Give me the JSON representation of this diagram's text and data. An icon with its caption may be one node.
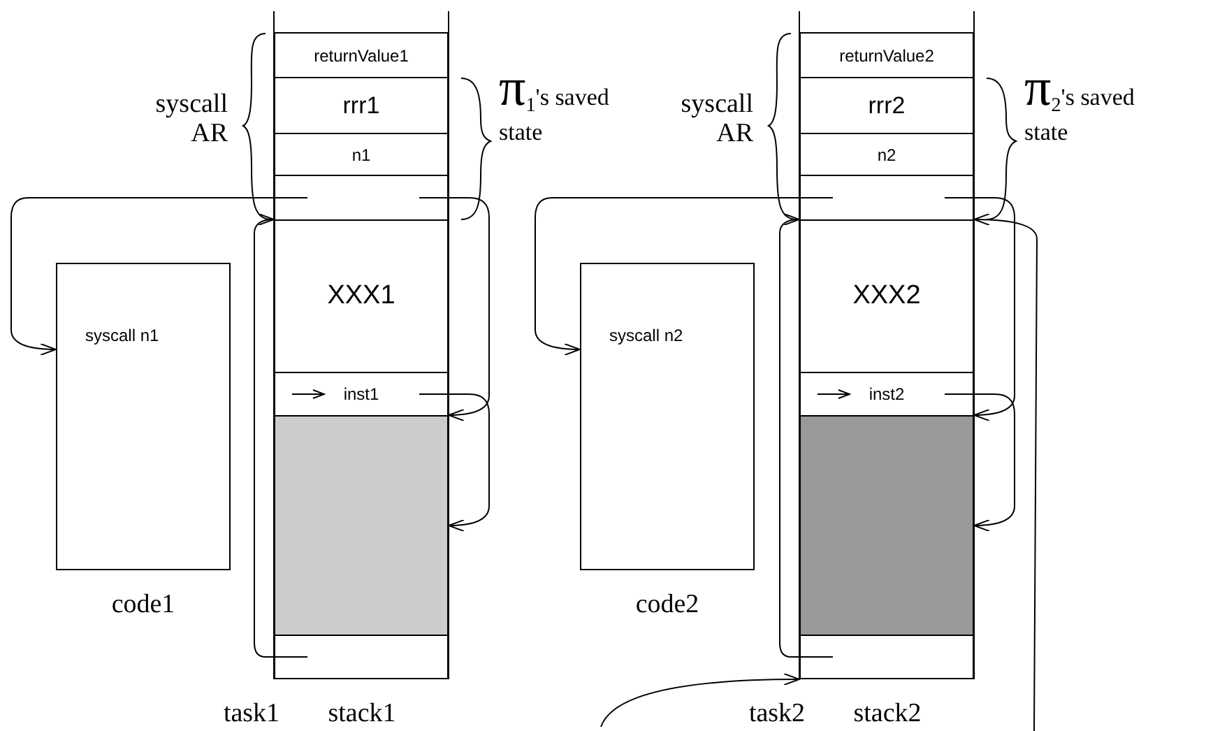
{
  "diagram": {
    "nodes": [
      {
        "text": [
          "returnValue1"
        ]
      },
      {
        "text": [
          "rrr1"
        ]
      },
      {
        "text": [
          "n1"
        ]
      },
      {
        "text": [],
        "shape": "box"
      },
      {
        "text": [
          "XXX1"
        ]
      },
      {
        "text": [
          "inst1"
        ]
      },
      {
        "text": [],
        "shape": "box"
      },
      {
        "text": [],
        "shape": "box"
      },
      {
        "text": [
          "syscall n1"
        ],
        "beside": [
          "code1"
        ]
      },
      {
        "text": [
          "returnValue2"
        ]
      },
      {
        "text": [
          "rrr2"
        ]
      },
      {
        "text": [
          "n2"
        ]
      },
      {
        "text": [],
        "shape": "box"
      },
      {
        "text": [
          "XXX2"
        ]
      },
      {
        "text": [
          "inst2"
        ]
      },
      {
        "text": [],
        "shape": "box"
      },
      {
        "text": [],
        "shape": "box"
      },
      {
        "text": [
          "syscall n2"
        ],
        "beside": [
          "code2"
        ]
      }
    ],
    "edges": [
      {
        "from": 3,
        "to": 8,
        "arrow": "to"
      },
      {
        "from": 3,
        "to": 6,
        "arrow": "to"
      },
      {
        "from": 5,
        "to": 6,
        "arrow": "to"
      },
      {
        "from": 7,
        "to": 4,
        "arrow": "to"
      },
      {
        "from": 12,
        "to": 17,
        "arrow": "to"
      },
      {
        "from": 12,
        "to": 15,
        "arrow": "to"
      },
      {
        "from": 14,
        "to": 15,
        "arrow": "to"
      },
      {
        "from": 16,
        "to": 13,
        "arrow": "to"
      },
      {
        "from": null,
        "to": 13,
        "arrow": "to"
      },
      {
        "from": null,
        "to": 16,
        "arrow": "to"
      }
    ],
    "labels": [
      "syscall AR",
      "π$_{1}$'s saved state",
      "task1",
      "stack1",
      "syscall AR",
      "π$_{2}$'s saved state",
      "task2",
      "stack2"
    ]
  }
}
